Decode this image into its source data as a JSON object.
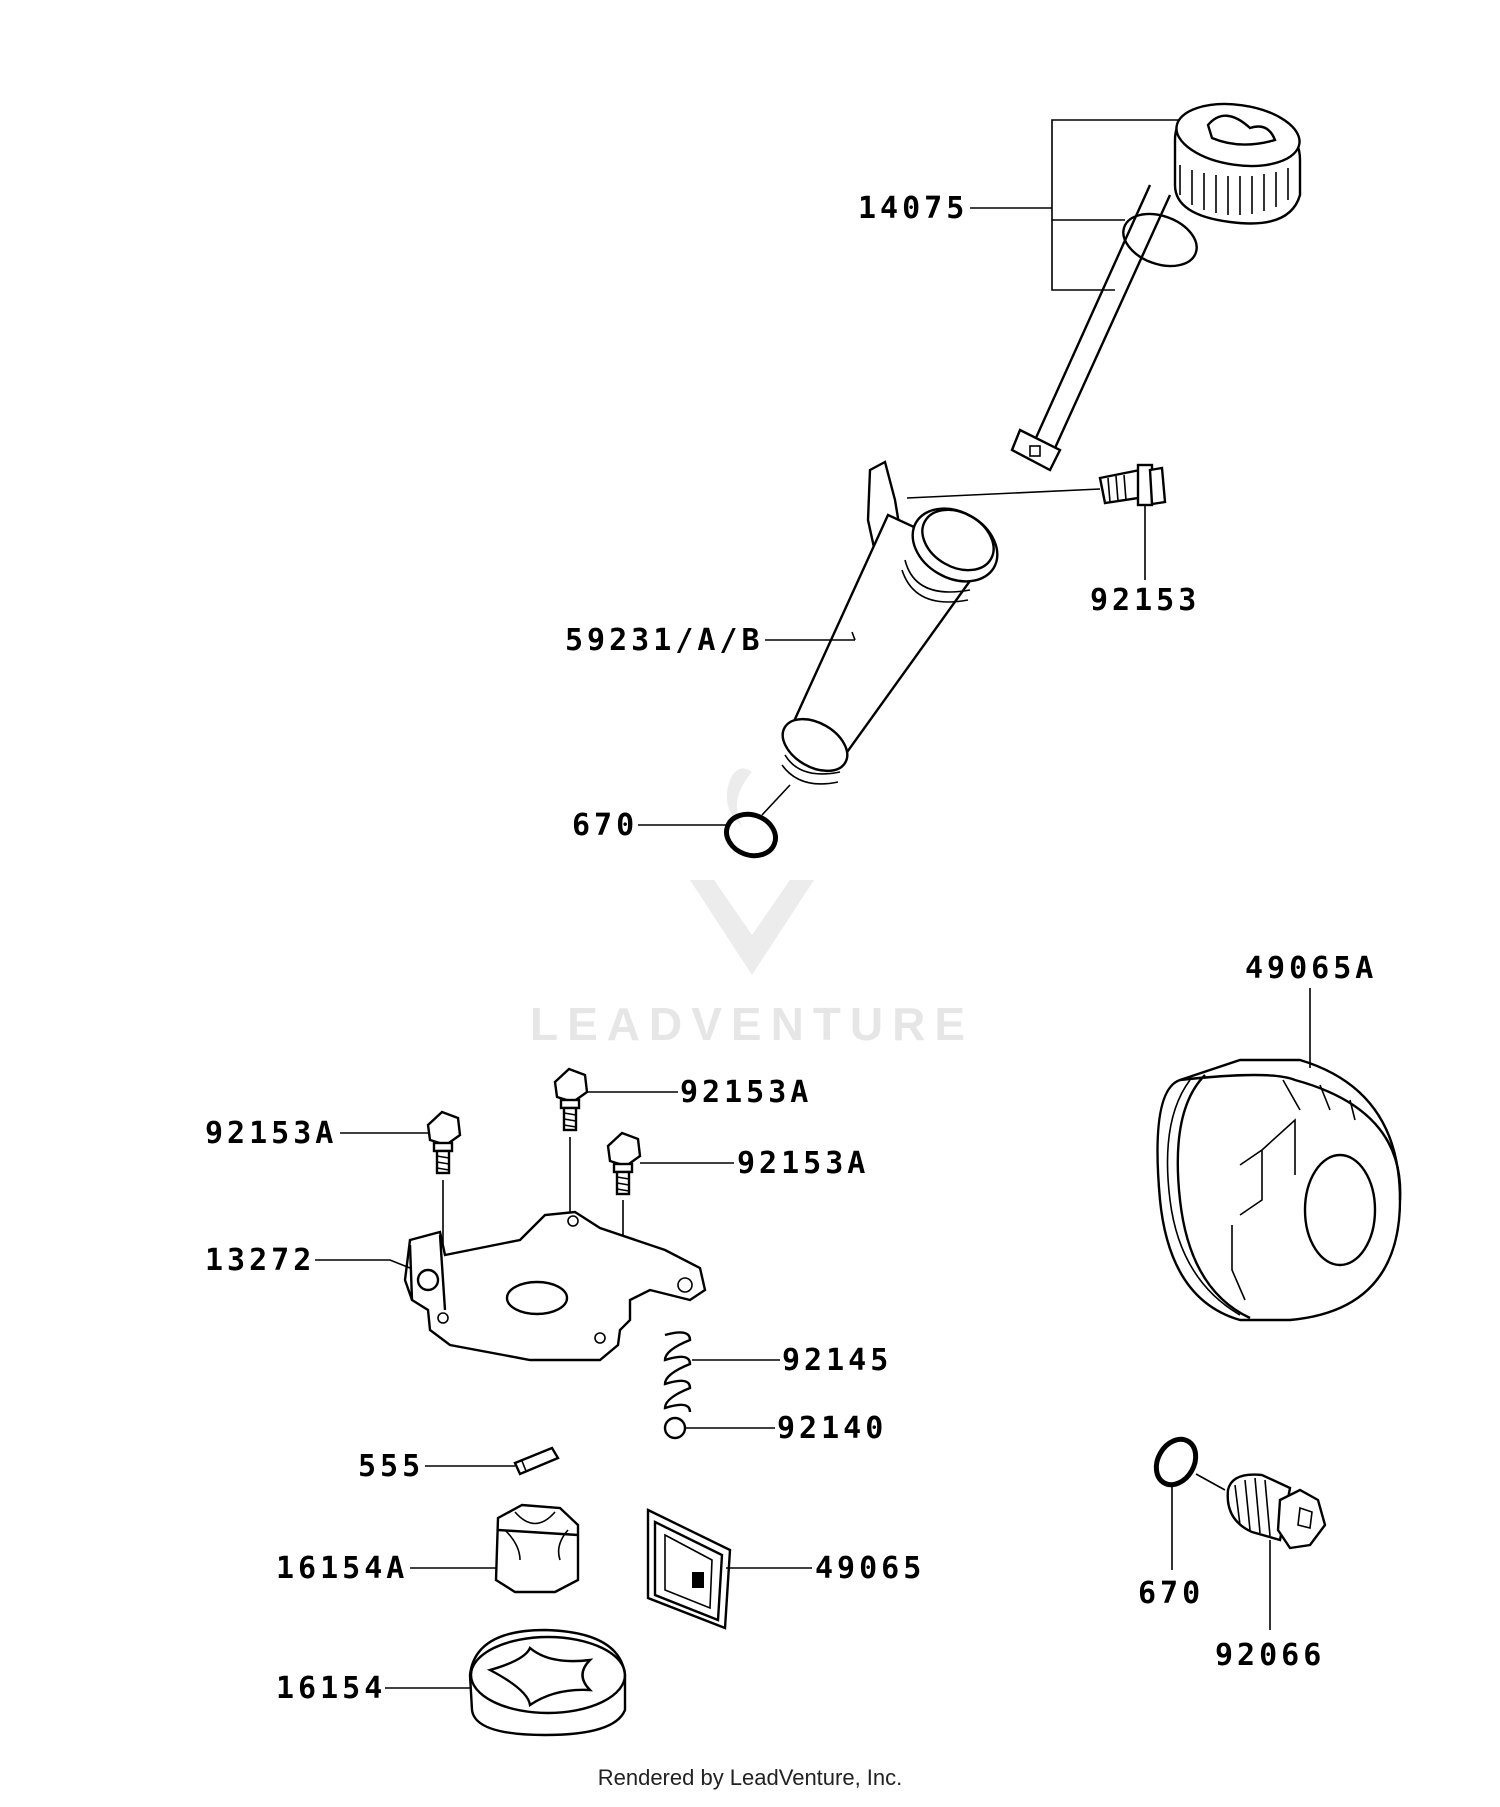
{
  "diagram": {
    "labels": {
      "p14075": "14075",
      "p92153": "92153",
      "p59231": "59231/A/B",
      "p670_a": "670",
      "p49065a": "49065A",
      "p92153a_1": "92153A",
      "p92153a_2": "92153A",
      "p92153a_3": "92153A",
      "p13272": "13272",
      "p92145": "92145",
      "p92140": "92140",
      "p555": "555",
      "p16154a": "16154A",
      "p49065": "49065",
      "p16154": "16154",
      "p670_b": "670",
      "p92066": "92066"
    },
    "watermark": "LEADVENTURE",
    "footer": "Rendered by LeadVenture, Inc."
  }
}
